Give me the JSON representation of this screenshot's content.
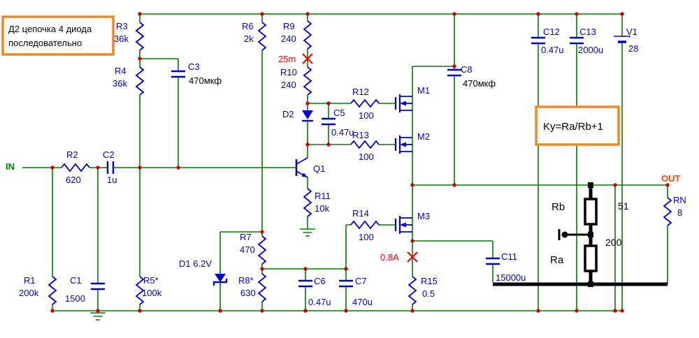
{
  "colors": {
    "wire": "#007f00",
    "component": "#0000cd",
    "junction": "#cc0000",
    "annotation_red": "#ff0000",
    "annotation_orange": "#ef8722",
    "annotation_black": "#000000",
    "in_label": "#008000",
    "out_label": "#ff4500",
    "background": "#ffffff"
  },
  "ports": {
    "in": "IN",
    "out": "OUT"
  },
  "notes": {
    "note1_line1": "Д2 цепочка 4 диода",
    "note1_line2": "последовательно",
    "note2": "Ky=Ra/Rb+1",
    "current_r9": "25m",
    "current_m3": "0.8A",
    "feedback_rb_label": "Rb",
    "feedback_ra_label": "Ra",
    "feedback_rb_value": "51",
    "feedback_ra_value": "200"
  },
  "components": {
    "R1": {
      "name": "R1",
      "value": "200k"
    },
    "R2": {
      "name": "R2",
      "value": "620"
    },
    "R3": {
      "name": "R3",
      "value": "36k"
    },
    "R4": {
      "name": "R4",
      "value": "36k"
    },
    "R5": {
      "name": "R5*",
      "value": "100k"
    },
    "R6": {
      "name": "R6",
      "value": "2k"
    },
    "R7": {
      "name": "R7",
      "value": "470"
    },
    "R8": {
      "name": "R8*",
      "value": "630"
    },
    "R9": {
      "name": "R9",
      "value": "240"
    },
    "R10": {
      "name": "R10",
      "value": "240"
    },
    "R11": {
      "name": "R11",
      "value": "10k"
    },
    "R12": {
      "name": "R12",
      "value": "100"
    },
    "R13": {
      "name": "R13",
      "value": "100"
    },
    "R14": {
      "name": "R14",
      "value": "100"
    },
    "R15": {
      "name": "R15",
      "value": "0.5"
    },
    "RN": {
      "name": "RN",
      "value": "8"
    },
    "C1": {
      "name": "C1",
      "value": "1500"
    },
    "C2": {
      "name": "C2",
      "value": "1u"
    },
    "C3": {
      "name": "C3",
      "value": "470мкф"
    },
    "C5": {
      "name": "C5",
      "value": "0.47u"
    },
    "C6": {
      "name": "C6",
      "value": "0.47u"
    },
    "C7": {
      "name": "C7",
      "value": "470u"
    },
    "C8": {
      "name": "C8",
      "value": "470мкф"
    },
    "C11": {
      "name": "C11",
      "value": "15000u"
    },
    "C12": {
      "name": "C12",
      "value": "0.47u"
    },
    "C13": {
      "name": "C13",
      "value": "2000u"
    },
    "D1": {
      "name": "D1 6.2V"
    },
    "D2": {
      "name": "D2"
    },
    "Q1": {
      "name": "Q1"
    },
    "M1": {
      "name": "M1"
    },
    "M2": {
      "name": "M2"
    },
    "M3": {
      "name": "M3"
    },
    "V1": {
      "name": "V1",
      "value": "28"
    }
  }
}
